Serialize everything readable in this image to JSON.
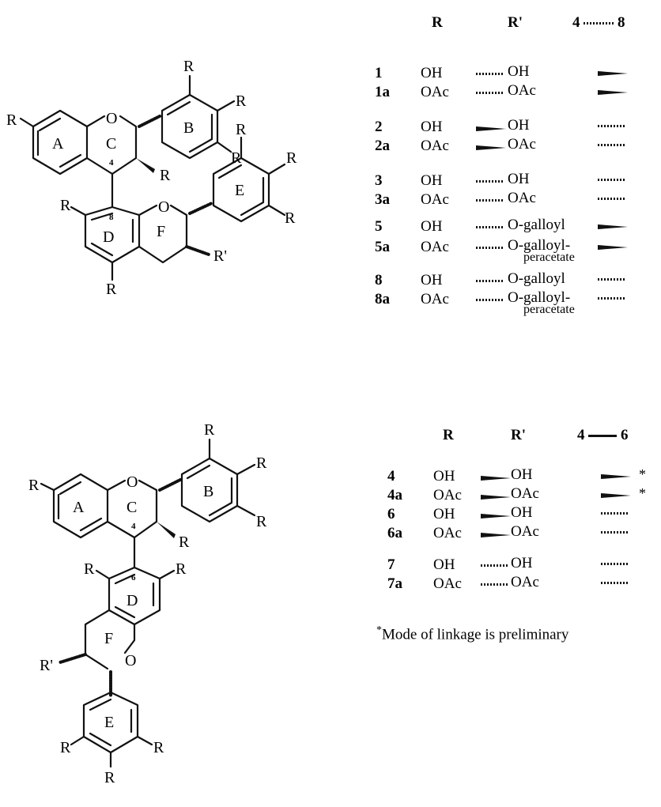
{
  "structure_labels": {
    "R": "R",
    "Rprime": "R'",
    "O": "O",
    "ring_A": "A",
    "ring_B": "B",
    "ring_C": "C",
    "ring_D": "D",
    "ring_E": "E",
    "ring_F": "F",
    "pos_4": "4",
    "pos_8": "8",
    "pos_6": "6"
  },
  "table_top": {
    "col_R": "R",
    "col_Rp": "R'",
    "link_from": "4",
    "link_to": "8",
    "rows": [
      {
        "num": "1",
        "r": "OH",
        "rp": "OH",
        "rp_sub": "",
        "rp_bond": "hash",
        "link": "wedge"
      },
      {
        "num": "1a",
        "r": "OAc",
        "rp": "OAc",
        "rp_sub": "",
        "rp_bond": "hash",
        "link": "wedge"
      },
      {
        "num": "2",
        "r": "OH",
        "rp": "OH",
        "rp_sub": "",
        "rp_bond": "wedge",
        "link": "hash"
      },
      {
        "num": "2a",
        "r": "OAc",
        "rp": "OAc",
        "rp_sub": "",
        "rp_bond": "wedge",
        "link": "hash"
      },
      {
        "num": "3",
        "r": "OH",
        "rp": "OH",
        "rp_sub": "",
        "rp_bond": "hash",
        "link": "hash"
      },
      {
        "num": "3a",
        "r": "OAc",
        "rp": "OAc",
        "rp_sub": "",
        "rp_bond": "hash",
        "link": "hash"
      },
      {
        "num": "5",
        "r": "OH",
        "rp": "O-galloyl",
        "rp_sub": "",
        "rp_bond": "hash",
        "link": "wedge"
      },
      {
        "num": "5a",
        "r": "OAc",
        "rp": "O-galloyl-",
        "rp_sub": "peracetate",
        "rp_bond": "hash",
        "link": "wedge"
      },
      {
        "num": "8",
        "r": "OH",
        "rp": "O-galloyl",
        "rp_sub": "",
        "rp_bond": "hash",
        "link": "hash"
      },
      {
        "num": "8a",
        "r": "OAc",
        "rp": "O-galloyl-",
        "rp_sub": "peracetate",
        "rp_bond": "hash",
        "link": "hash"
      }
    ]
  },
  "table_bottom": {
    "col_R": "R",
    "col_Rp": "R'",
    "link_from": "4",
    "link_to": "6",
    "rows": [
      {
        "num": "4",
        "r": "OH",
        "rp": "OH",
        "rp_bond": "wedge",
        "link": "wedge",
        "star": "*"
      },
      {
        "num": "4a",
        "r": "OAc",
        "rp": "OAc",
        "rp_bond": "wedge",
        "link": "wedge",
        "star": "*"
      },
      {
        "num": "6",
        "r": "OH",
        "rp": "OH",
        "rp_bond": "wedge",
        "link": "hash",
        "star": ""
      },
      {
        "num": "6a",
        "r": "OAc",
        "rp": "OAc",
        "rp_bond": "wedge",
        "link": "hash",
        "star": ""
      },
      {
        "num": "7",
        "r": "OH",
        "rp": "OH",
        "rp_bond": "hash",
        "link": "hash",
        "star": ""
      },
      {
        "num": "7a",
        "r": "OAc",
        "rp": "OAc",
        "rp_bond": "hash",
        "link": "hash",
        "star": ""
      }
    ],
    "footnote_mark": "*",
    "footnote_text": "Mode of linkage is preliminary"
  }
}
